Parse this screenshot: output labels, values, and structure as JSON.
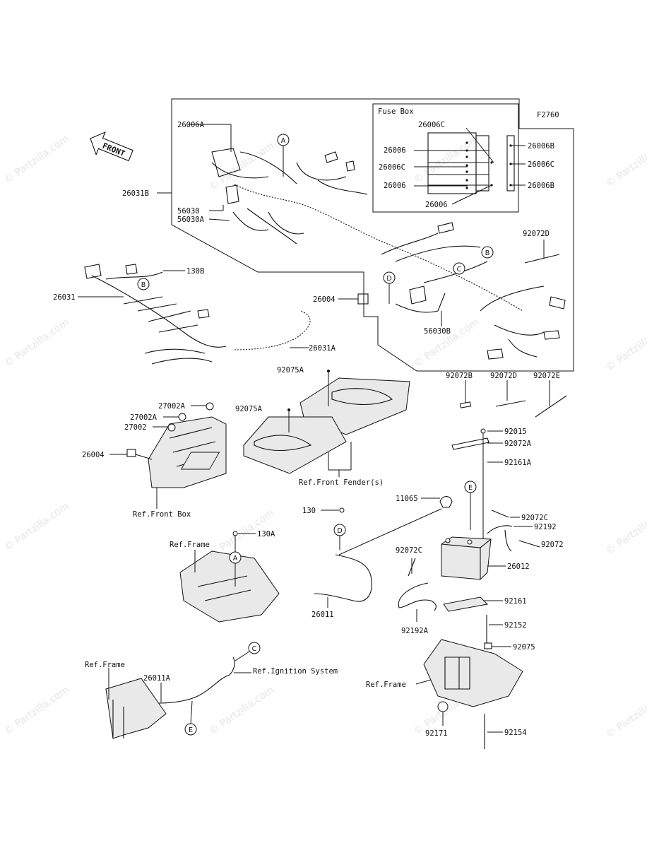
{
  "diagram_code": "F2760",
  "fuse_box_title": "Fuse Box",
  "front_arrow_label": "FRONT",
  "watermark_text": "© Partzilla.com",
  "callouts": {
    "A": "A",
    "B": "B",
    "C": "C",
    "D": "D",
    "E": "E"
  },
  "labels": {
    "p26006A": "26006A",
    "p26031B": "26031B",
    "p56030": "56030",
    "p56030A": "56030A",
    "p26006C_top": "26006C",
    "p26006_1": "26006",
    "p26006C_2": "26006C",
    "p26006_3": "26006",
    "p26006_4": "26006",
    "p26006B_1": "26006B",
    "p26006C_r": "26006C",
    "p26006B_2": "26006B",
    "p92072D_top": "92072D",
    "p130B": "130B",
    "p26031": "26031",
    "p26004_top": "26004",
    "p56030B": "56030B",
    "p26031A": "26031A",
    "p92075A_1": "92075A",
    "p92075A_2": "92075A",
    "p92072B": "92072B",
    "p92072D_2": "92072D",
    "p92072E": "92072E",
    "p27002A_1": "27002A",
    "p27002A_2": "27002A",
    "p27002": "27002",
    "p26004_2": "26004",
    "ref_front_fender": "Ref.Front Fender(s)",
    "ref_front_box": "Ref.Front Box",
    "p92015": "92015",
    "p92072A": "92072A",
    "p92161A": "92161A",
    "p11065": "11065",
    "p130": "130",
    "p130A": "130A",
    "ref_frame_1": "Ref.Frame",
    "p92072C_1": "92072C",
    "p92192": "92192",
    "p92072C_2": "92072C",
    "p92072": "92072",
    "p26012": "26012",
    "p26011": "26011",
    "p92161": "92161",
    "p92192A": "92192A",
    "p92152": "92152",
    "p92075": "92075",
    "ref_frame_2": "Ref.Frame",
    "ref_ignition": "Ref.Ignition System",
    "p26011A": "26011A",
    "ref_frame_3": "Ref.Frame",
    "p92171": "92171",
    "p92154": "92154"
  }
}
